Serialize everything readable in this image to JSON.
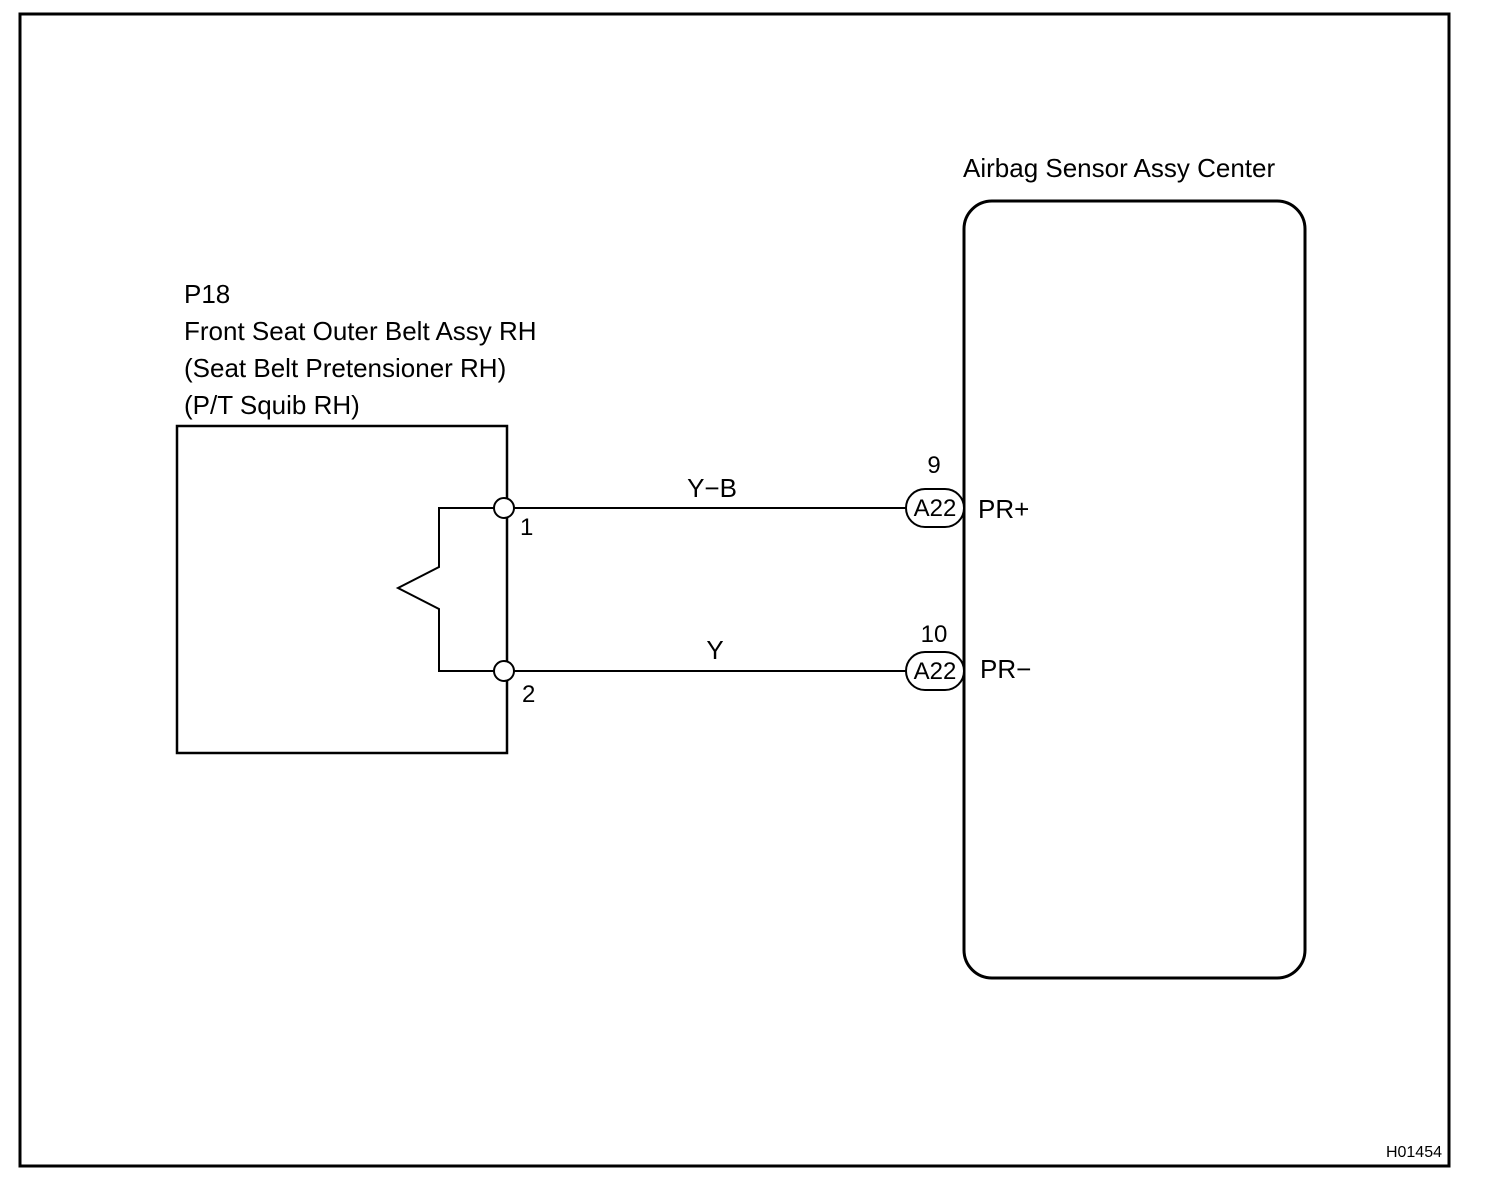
{
  "component_left": {
    "id": "P18",
    "name": "Front Seat Outer Belt Assy RH",
    "sub1": "(Seat Belt Pretensioner RH)",
    "sub2": "(P/T Squib RH)",
    "terminals": [
      "1",
      "2"
    ]
  },
  "component_right": {
    "name": "Airbag Sensor Assy Center"
  },
  "wires": [
    {
      "color": "Y−B",
      "pin": "9",
      "connector": "A22",
      "signal": "PR+"
    },
    {
      "color": "Y",
      "pin": "10",
      "connector": "A22",
      "signal": "PR−"
    }
  ],
  "figure_code": "H01454",
  "colors": {
    "line": "#000000",
    "background": "#ffffff"
  }
}
